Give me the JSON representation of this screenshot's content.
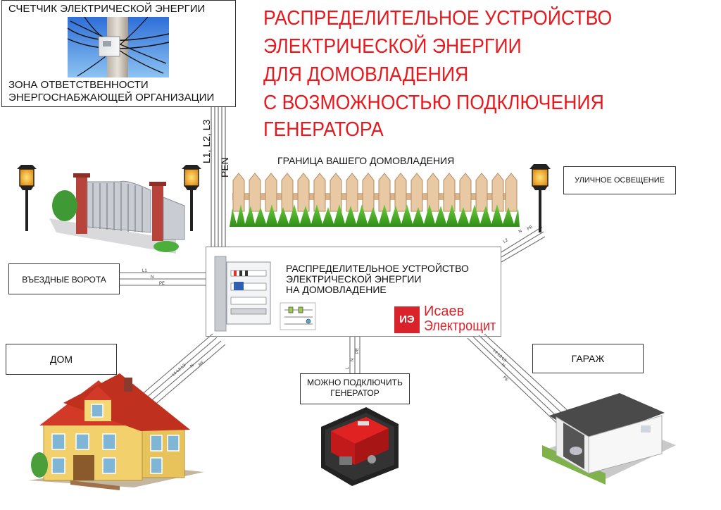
{
  "title": {
    "lines": [
      "РАСПРЕДЕЛИТЕЛЬНОЕ УСТРОЙСТВО",
      "ЭЛЕКТРИЧЕСКОЙ ЭНЕРГИИ",
      "ДЛЯ ДОМОВЛАДЕНИЯ",
      "С ВОЗМОЖНОСТЬЮ ПОДКЛЮЧЕНИЯ",
      "ГЕНЕРАТОРА"
    ]
  },
  "meter": {
    "label": "СЧЕТЧИК ЭЛЕКТРИЧЕСКОЙ ЭНЕРГИИ",
    "zone_line1": "ЗОНА ОТВЕТСТВЕННОСТИ",
    "zone_line2": "ЭНЕРГОСНАБЖАЮЩЕЙ ОРГАНИЗАЦИИ"
  },
  "feed": {
    "phases_label": "L1, L2, L3",
    "pen_label": "PEN"
  },
  "border_label": "ГРАНИЦА ВАШЕГО ДОМОВЛАДЕНИЯ",
  "street_lighting": "УЛИЧНОЕ ОСВЕЩЕНИЕ",
  "gate": "ВЪЕЗДНЫЕ ВОРОТА",
  "house": "ДОМ",
  "garage": "ГАРАЖ",
  "generator": {
    "line1": "МОЖНО ПОДКЛЮЧИТЬ",
    "line2": "ГЕНЕРАТОР"
  },
  "panel": {
    "line1": "РАСПРЕДЕЛИТЕЛЬНОЕ УСТРОЙСТВО",
    "line2": "ЭЛЕКТРИЧЕСКОЙ ЭНЕРГИИ",
    "line3": "НА ДОМОВЛАДЕНИЕ"
  },
  "brand": {
    "badge": "ИЭ",
    "line1": "Исаев",
    "line2": "Электрощит"
  },
  "wires": {
    "gate": [
      "L1",
      "N",
      "PE"
    ],
    "house": [
      "L1 L2 L3",
      "N",
      "PE"
    ],
    "generator": [
      "L",
      "N",
      "PE"
    ],
    "garage": [
      "L1 L2 L3",
      "N",
      "PE"
    ],
    "lighting": [
      "L2",
      "N",
      "PE"
    ]
  },
  "colors": {
    "title_red": "#e8191e",
    "brand_red": "#d9232a",
    "line": "#555555",
    "box_border": "#333333"
  }
}
